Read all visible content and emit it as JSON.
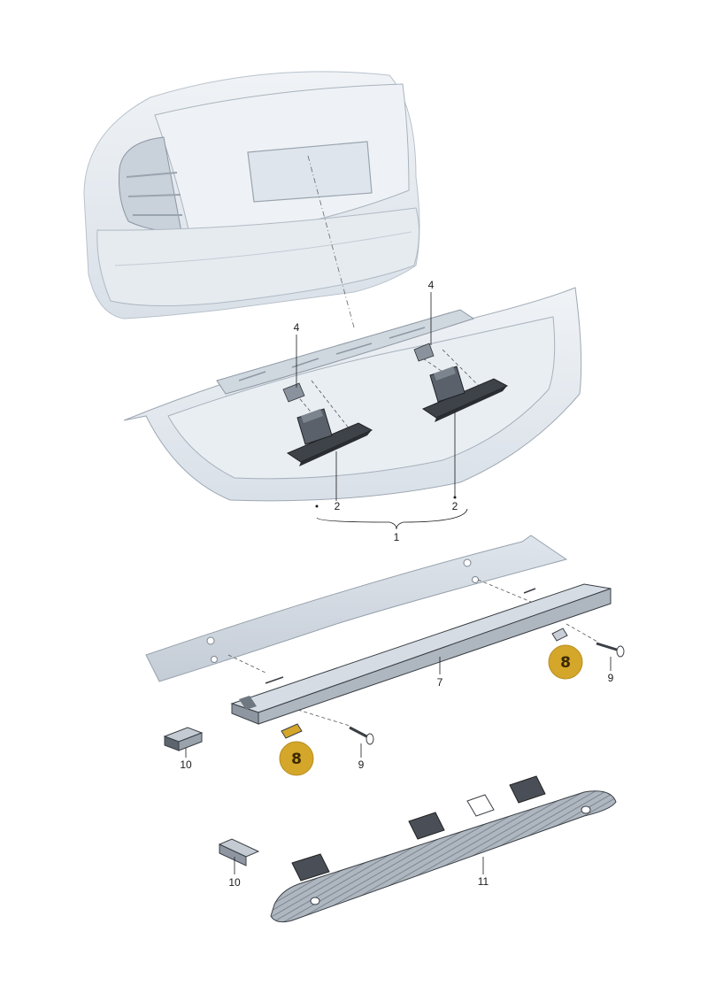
{
  "callouts": {
    "c1": "1",
    "c2a": "2",
    "c2b": "2",
    "c4a": "4",
    "c4b": "4",
    "c7": "7",
    "c9a": "9",
    "c9b": "9",
    "c10a": "10",
    "c10b": "10",
    "c11": "11"
  },
  "badges": {
    "b8a": "8",
    "b8b": "8"
  },
  "colors": {
    "badge_fill": "#d4a62a",
    "body_fill": "#e3e9ef",
    "part_dark": "#4a4f57"
  }
}
